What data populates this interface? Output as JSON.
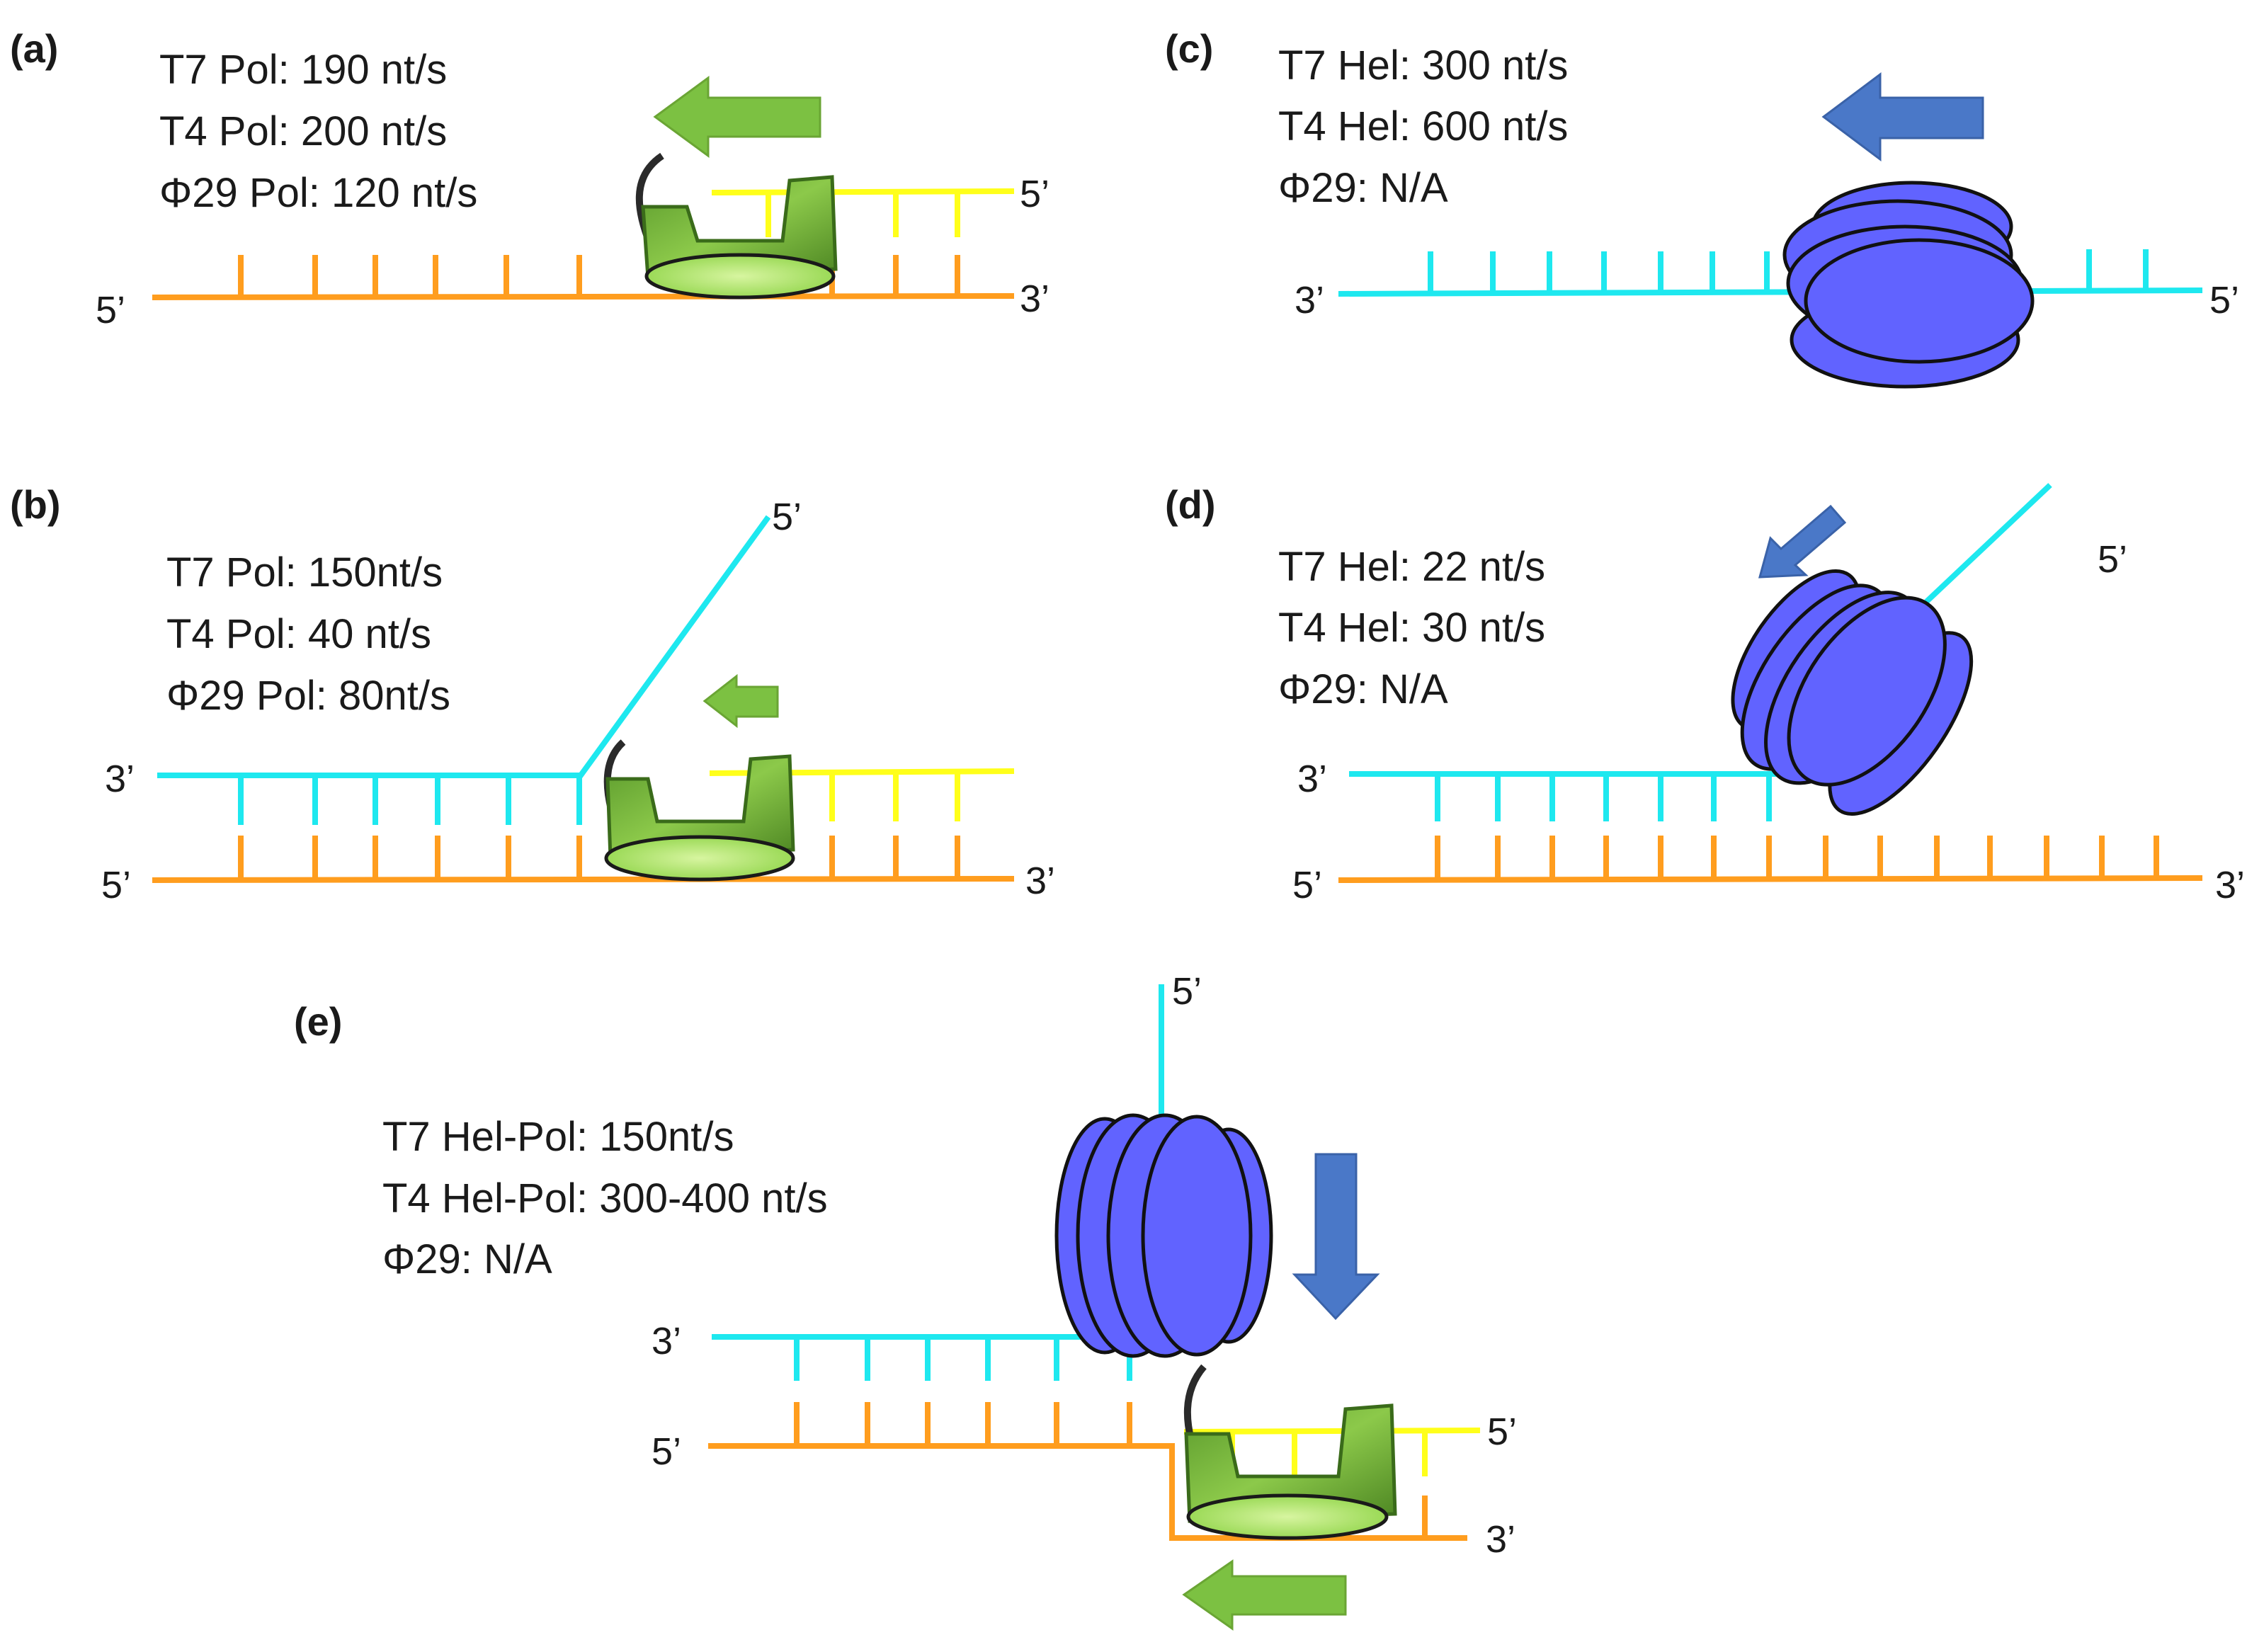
{
  "colors": {
    "template_strand": "#ff9d1e",
    "lagging_strand": "#1ee8ef",
    "primer_strand": "#ffff1a",
    "polymerase": "#6aaa3a",
    "polymerase_light": "#9fd64f",
    "helicase": "#6163ff",
    "helicase_stroke": "#111111",
    "arrow_green": "#7cc142",
    "arrow_blue": "#4a78c8"
  },
  "icons": {
    "polymerase": "polymerase-clamp-icon",
    "helicase": "hexameric-helicase-icon",
    "green_arrow": "direction-arrow-green",
    "blue_arrow": "direction-arrow-blue"
  },
  "panels": {
    "a": {
      "label": "(a)",
      "rates": [
        "T7 Pol: 190 nt/s",
        "T4 Pol: 200 nt/s",
        "Φ29 Pol: 120 nt/s"
      ],
      "ends": {
        "template_left": "5’",
        "template_right": "3’",
        "primer_right": "5’"
      }
    },
    "b": {
      "label": "(b)",
      "rates": [
        "T7 Pol: 150nt/s",
        "T4 Pol: 40 nt/s",
        "Φ29 Pol: 80nt/s"
      ],
      "ends": {
        "top_left": "3’",
        "top_fork": "5’",
        "bottom_left": "5’",
        "bottom_right": "3’"
      }
    },
    "c": {
      "label": "(c)",
      "rates": [
        "T7 Hel: 300 nt/s",
        "T4 Hel: 600 nt/s",
        "Φ29: N/A"
      ],
      "ends": {
        "left": "3’",
        "right": "5’"
      }
    },
    "d": {
      "label": "(d)",
      "rates": [
        "T7 Hel: 22 nt/s",
        "T4 Hel: 30 nt/s",
        "Φ29: N/A"
      ],
      "ends": {
        "fork": "5’",
        "top_left": "3’",
        "bottom_left": "5’",
        "bottom_right": "3’"
      }
    },
    "e": {
      "label": "(e)",
      "rates": [
        "T7 Hel-Pol: 150nt/s",
        "T4 Hel-Pol: 300-400 nt/s",
        "Φ29: N/A"
      ],
      "ends": {
        "fork": "5’",
        "top_left": "3’",
        "bottom_left": "5’",
        "primer_right": "5’",
        "bottom_right": "3’"
      }
    }
  }
}
